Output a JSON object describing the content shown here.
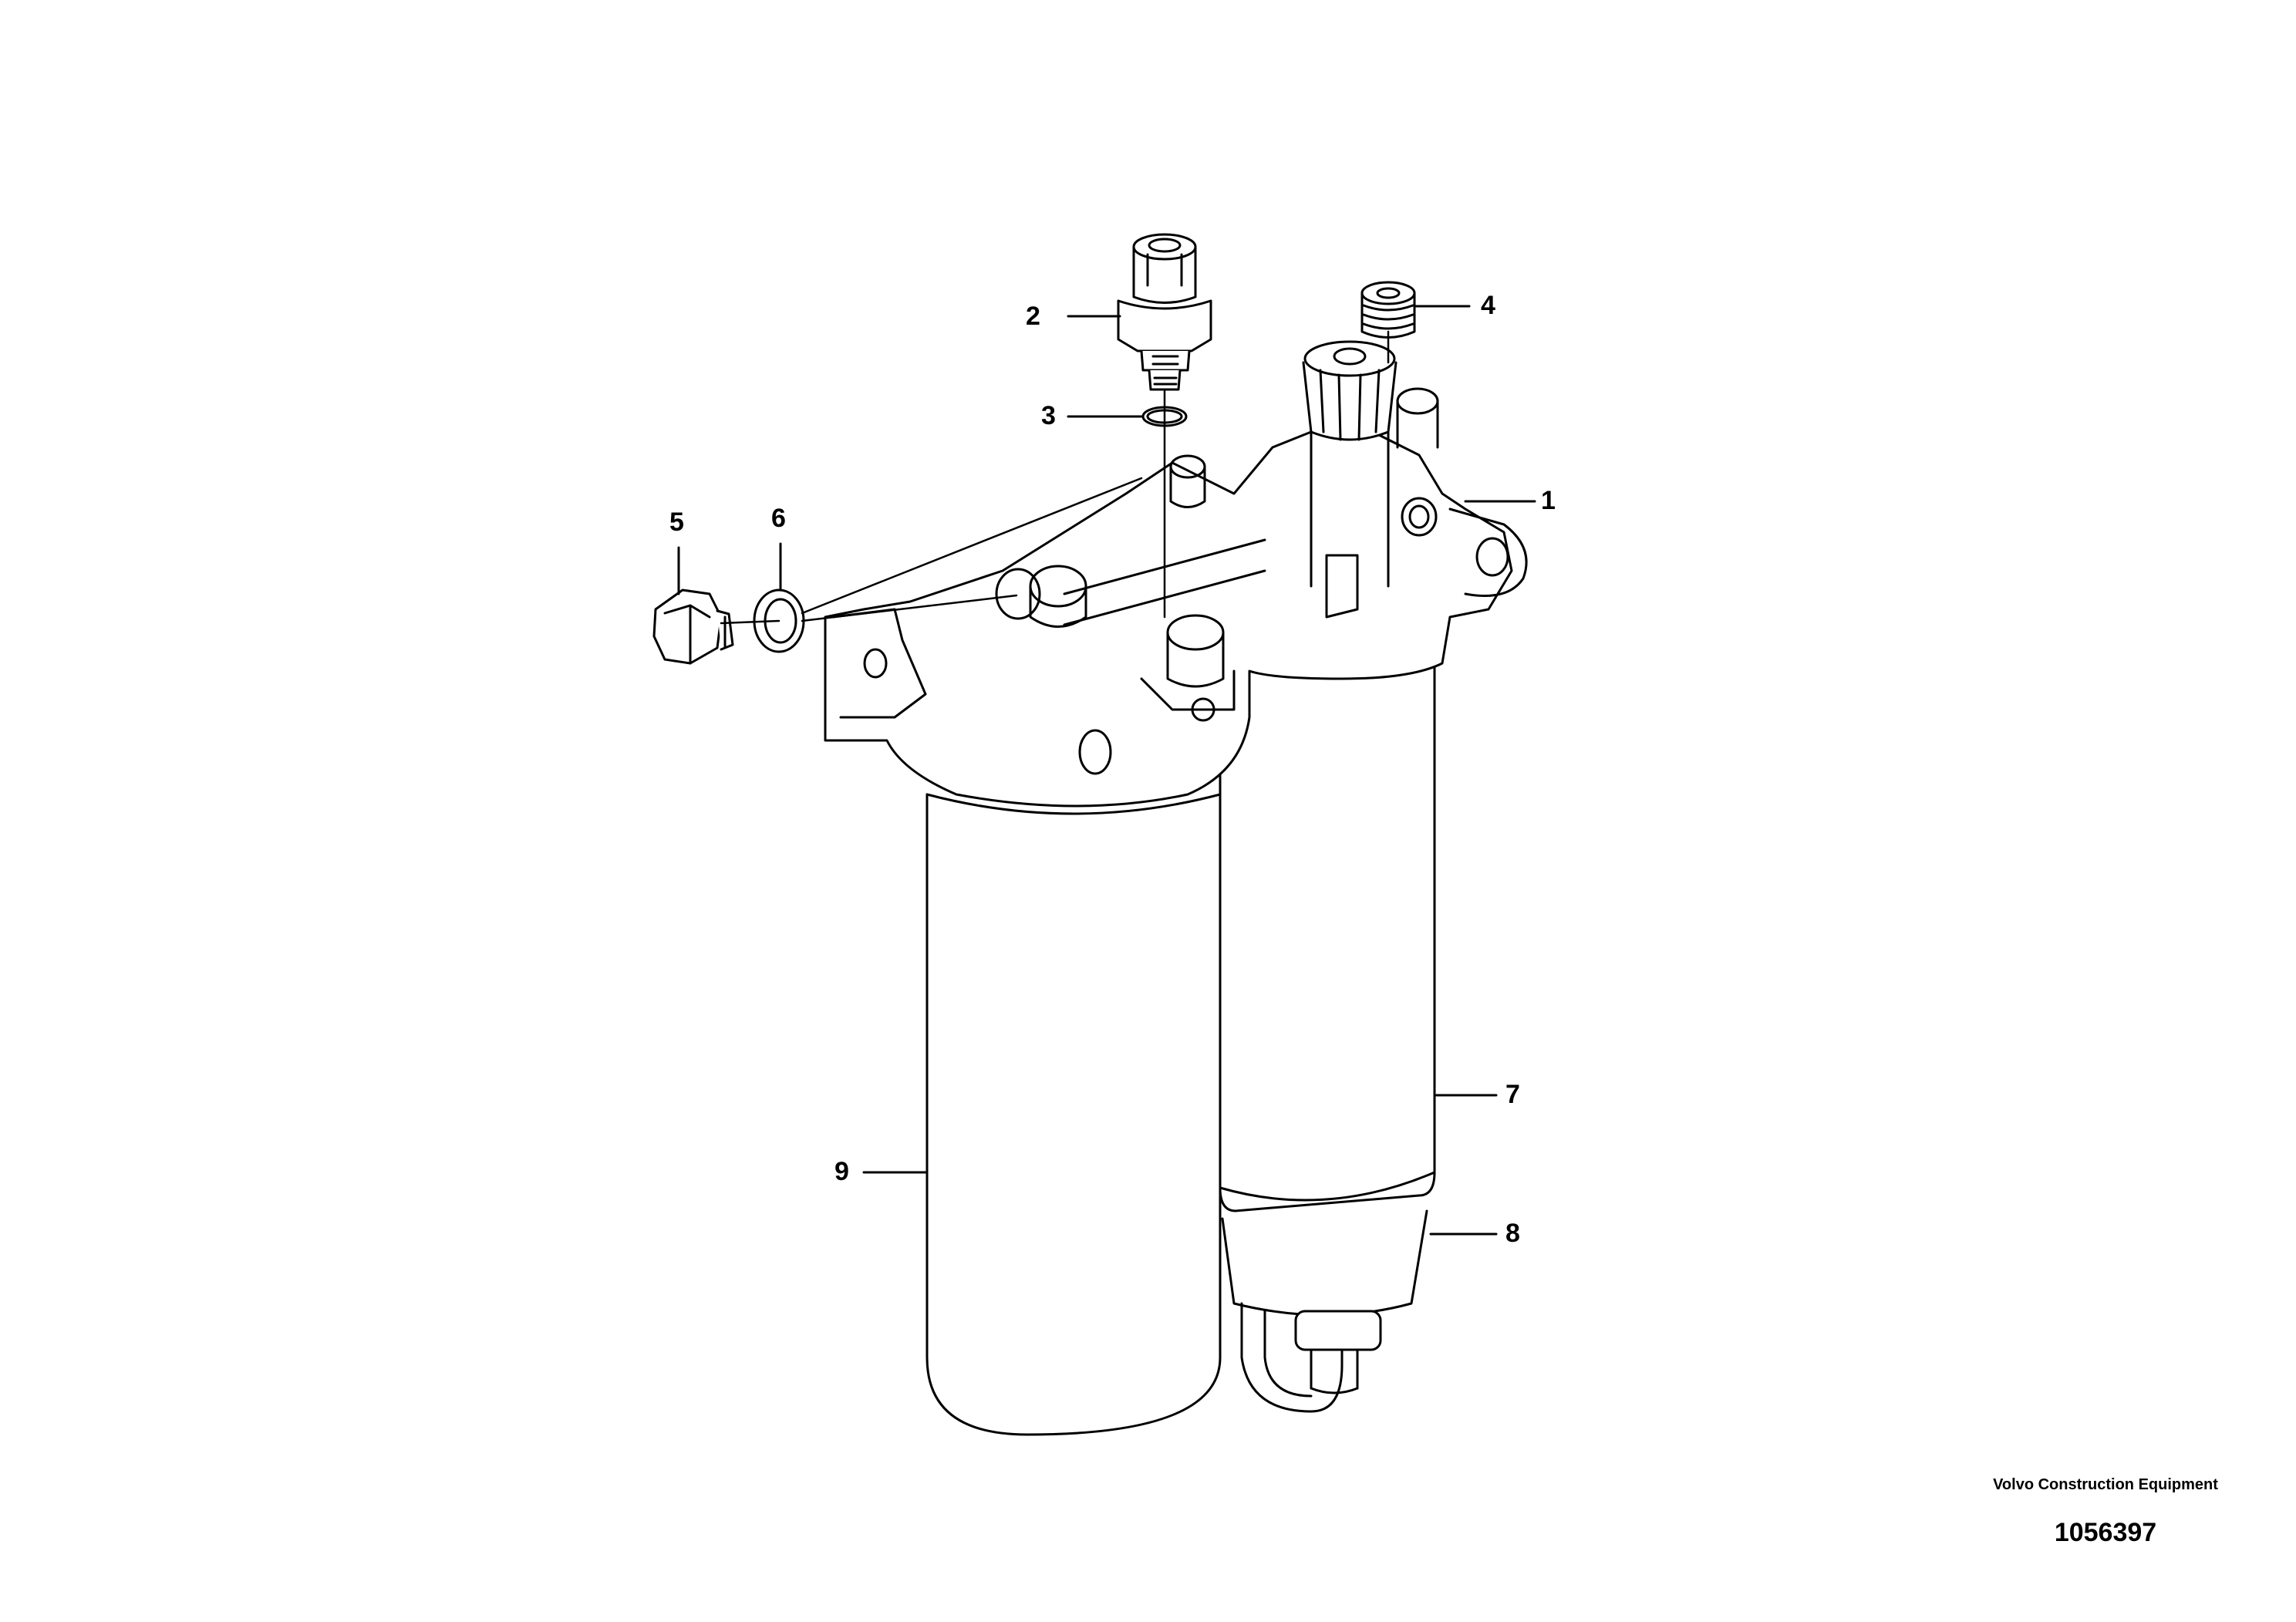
{
  "callouts": [
    {
      "id": "1",
      "label": "1"
    },
    {
      "id": "2",
      "label": "2"
    },
    {
      "id": "3",
      "label": "3"
    },
    {
      "id": "4",
      "label": "4"
    },
    {
      "id": "5",
      "label": "5"
    },
    {
      "id": "6",
      "label": "6"
    },
    {
      "id": "7",
      "label": "7"
    },
    {
      "id": "8",
      "label": "8"
    },
    {
      "id": "9",
      "label": "9"
    }
  ],
  "footer": {
    "company": "Volvo Construction Equipment",
    "part_number": "1056397"
  }
}
